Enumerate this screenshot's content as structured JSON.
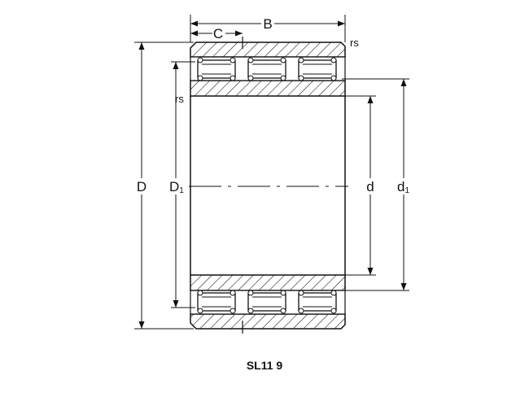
{
  "labels": {
    "width": "B",
    "roller_spacing": "C",
    "chamfer_top": "rs",
    "chamfer_left": "rs",
    "outer_diameter": "D",
    "outer_ring_bore": "D",
    "outer_ring_bore_sub": "1",
    "bore_diameter": "d",
    "inner_ring_od": "d",
    "inner_ring_od_sub": "1"
  },
  "caption": "SL11 9",
  "colors": {
    "line": "#111111",
    "background": "#ffffff"
  }
}
